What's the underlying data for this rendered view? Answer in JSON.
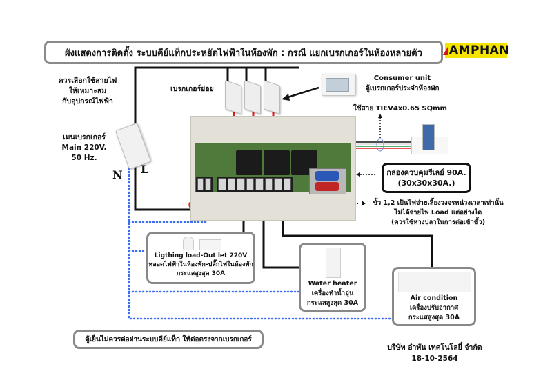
{
  "title": "ผังแสดงการติดตั้ง ระบบคีย์แท็กประหยัดไฟฟ้าในห้องพัก : กรณี แยกเบรกเกอร์ในห้องหลายตัว",
  "logo": {
    "text": "AMPHAN",
    "colors": {
      "background": "#f5e400",
      "accent": "#d01818",
      "text": "#111111"
    }
  },
  "notes": {
    "wire_choice": [
      "ควรเลือกใช้สายไฟ",
      "ให้เหมาะสม",
      "กับอุปกรณ์ไฟฟ้า"
    ],
    "main_breaker": [
      "เมนเบรกเกอร์",
      "Main 220V.",
      "50 Hz."
    ],
    "neutral_label": "N",
    "line_label": "L",
    "sub_breakers": "เบรกเกอร์ย่อย",
    "consumer_unit": [
      "Consumer unit",
      "ตู้เบรกเกอร์ประจำห้องพัก"
    ],
    "cable_spec": "ใช้สาย TIEV4x0.65 SQmm",
    "relay_box": [
      "กล่องควบคุมรีเลย์ 90A.",
      "(30x30x30A.)"
    ],
    "terminal_note": [
      "ขั้ว 1,2 เป็นไฟจ่ายเลี้ยงวงจรหน่วงเวลาเท่านั้น",
      "ไม่ได้จ่ายไฟ Load แต่อย่างใด",
      "(ควรใช้หางปลาในการต่อเข้าขั้ว)"
    ],
    "fridge_note": "ตู้เย็นไม่ควรต่อผ่านระบบคีย์แท็ก ให้ต่อตรงจากเบรกเกอร์",
    "company": "บริษัท อำพัน เทคโนโลยี่ จำกัด",
    "date": "18-10-2564"
  },
  "loads": [
    {
      "name": "lighting-outlet",
      "lines": [
        "Ligthing load-Out let 220V",
        "หลอดไฟฟ้าในห้องพัก-ปลั๊กไฟในห้องพัก",
        "กระแสสูงสุด 30A"
      ]
    },
    {
      "name": "water-heater",
      "lines": [
        "Water heater",
        "เครื่องทำน้ำอุ่น",
        "กระแสสูงสุด 30A"
      ]
    },
    {
      "name": "air-condition",
      "lines": [
        "Air condition",
        "เครื่องปรับอากาศ",
        "กระแสสูงสุด 30A"
      ]
    }
  ],
  "wire_colors": {
    "line": "#111111",
    "relay_feed": "#e01b1b",
    "neutral": "#3a6df0",
    "green": "#1f9a4a"
  }
}
